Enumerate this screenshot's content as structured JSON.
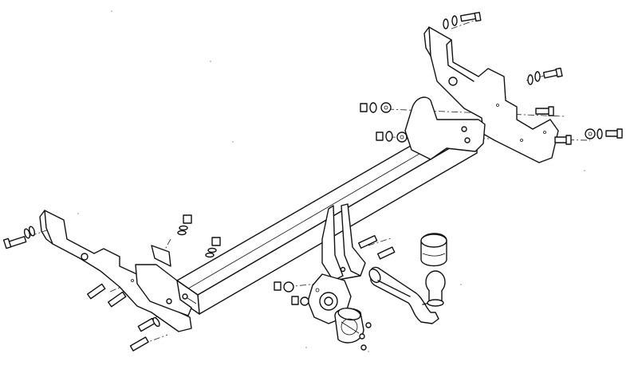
{
  "diagram": {
    "type": "exploded-assembly",
    "colors": {
      "line": "#111111",
      "background": "#ffffff"
    },
    "parts": [
      "main-crossbar",
      "right-mounting-bracket",
      "left-mounting-bracket",
      "center-hitch-bracket",
      "tow-ball-arm",
      "tow-ball",
      "tow-ball-cap",
      "socket-plate",
      "electrical-socket",
      "bolt",
      "washer",
      "nut"
    ]
  }
}
